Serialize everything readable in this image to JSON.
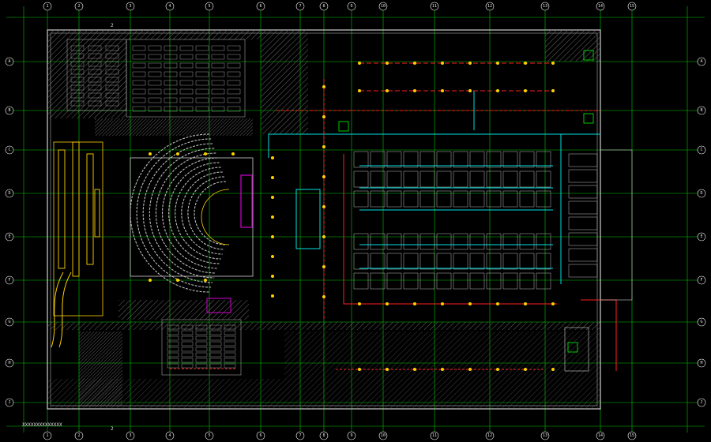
{
  "drawing": {
    "background": "#000000",
    "colors": {
      "grid": "#00c800",
      "wall": "#d0d0d0",
      "hatch": "#6a6a6a",
      "fire_pipe": "#ff2020",
      "sprinkler_branch": "#00e0e0",
      "fixture": "#ffd200",
      "accent_magenta": "#d000d0",
      "seating": "#bdbdbd",
      "bubble": "#ffffff"
    },
    "axis_bubbles_top": [
      "1",
      "2",
      "3",
      "4",
      "5",
      "6",
      "7",
      "8",
      "9",
      "10",
      "11",
      "12",
      "13",
      "14",
      "15"
    ],
    "axis_bubbles_side": [
      "A",
      "B",
      "C",
      "D",
      "E",
      "F",
      "G",
      "H",
      "J"
    ],
    "section_marks": [
      "2",
      "2"
    ],
    "sheet_caption": "XXXXXXXXXXXXXX"
  }
}
